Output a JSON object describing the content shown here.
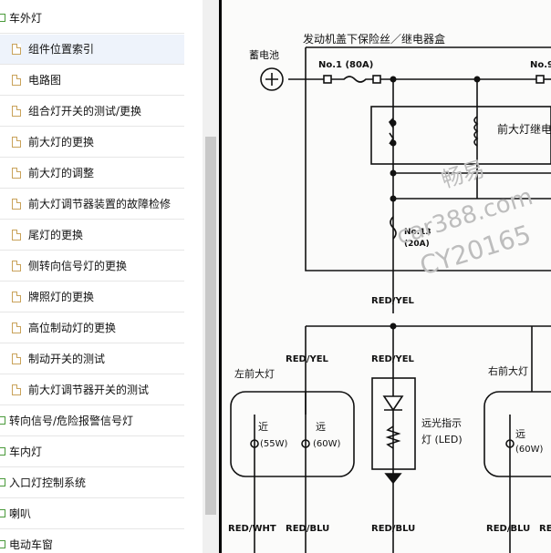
{
  "sidebar": {
    "items": [
      {
        "label": "车外灯",
        "kind": "folder"
      },
      {
        "label": "组件位置索引",
        "kind": "doc",
        "selected": true
      },
      {
        "label": "电路图",
        "kind": "doc"
      },
      {
        "label": "组合灯开关的测试/更换",
        "kind": "doc"
      },
      {
        "label": "前大灯的更换",
        "kind": "doc"
      },
      {
        "label": "前大灯的调整",
        "kind": "doc"
      },
      {
        "label": "前大灯调节器装置的故障检修",
        "kind": "doc"
      },
      {
        "label": "尾灯的更换",
        "kind": "doc"
      },
      {
        "label": "侧转向信号灯的更换",
        "kind": "doc"
      },
      {
        "label": "牌照灯的更换",
        "kind": "doc"
      },
      {
        "label": "高位制动灯的更换",
        "kind": "doc"
      },
      {
        "label": "制动开关的测试",
        "kind": "doc"
      },
      {
        "label": "前大灯调节器开关的测试",
        "kind": "doc"
      },
      {
        "label": "转向信号/危险报警信号灯",
        "kind": "folder"
      },
      {
        "label": "车内灯",
        "kind": "folder"
      },
      {
        "label": "入口灯控制系统",
        "kind": "folder"
      },
      {
        "label": "喇叭",
        "kind": "folder"
      },
      {
        "label": "电动车窗",
        "kind": "folder"
      }
    ]
  },
  "diagram": {
    "fusebox_title": "发动机盖下保险丝／继电器盒",
    "battery_label": "蓄电池",
    "fuse_no1": "No.1 (80A)",
    "fuse_no9": "No.9",
    "relay_label": "前大灯继电",
    "fuse_no13": "No.13",
    "fuse_no13_amp": "(20A)",
    "wire_redyel_1": "RED/YEL",
    "wire_redyel_2": "RED/YEL",
    "wire_redyel_3": "RED/YEL",
    "left_headlight": "左前大灯",
    "right_headlight": "右前大灯",
    "low_beam": "近",
    "low_beam_watt": "(55W)",
    "high_beam_left": "远",
    "high_beam_left_watt": "(60W)",
    "high_beam_right": "远",
    "high_beam_right_watt": "(60W)",
    "indicator_label_1": "远光指示",
    "indicator_label_2": "灯 (LED)",
    "wire_redwht": "RED/WHT",
    "wire_redblu_1": "RED/BLU",
    "wire_redblu_2": "RED/BLU",
    "wire_redblu_3": "RED/BLU",
    "wire_re_partial": "RE",
    "watermark_1": "畅易",
    "watermark_2": "car388.com",
    "watermark_3": "CY20165"
  }
}
